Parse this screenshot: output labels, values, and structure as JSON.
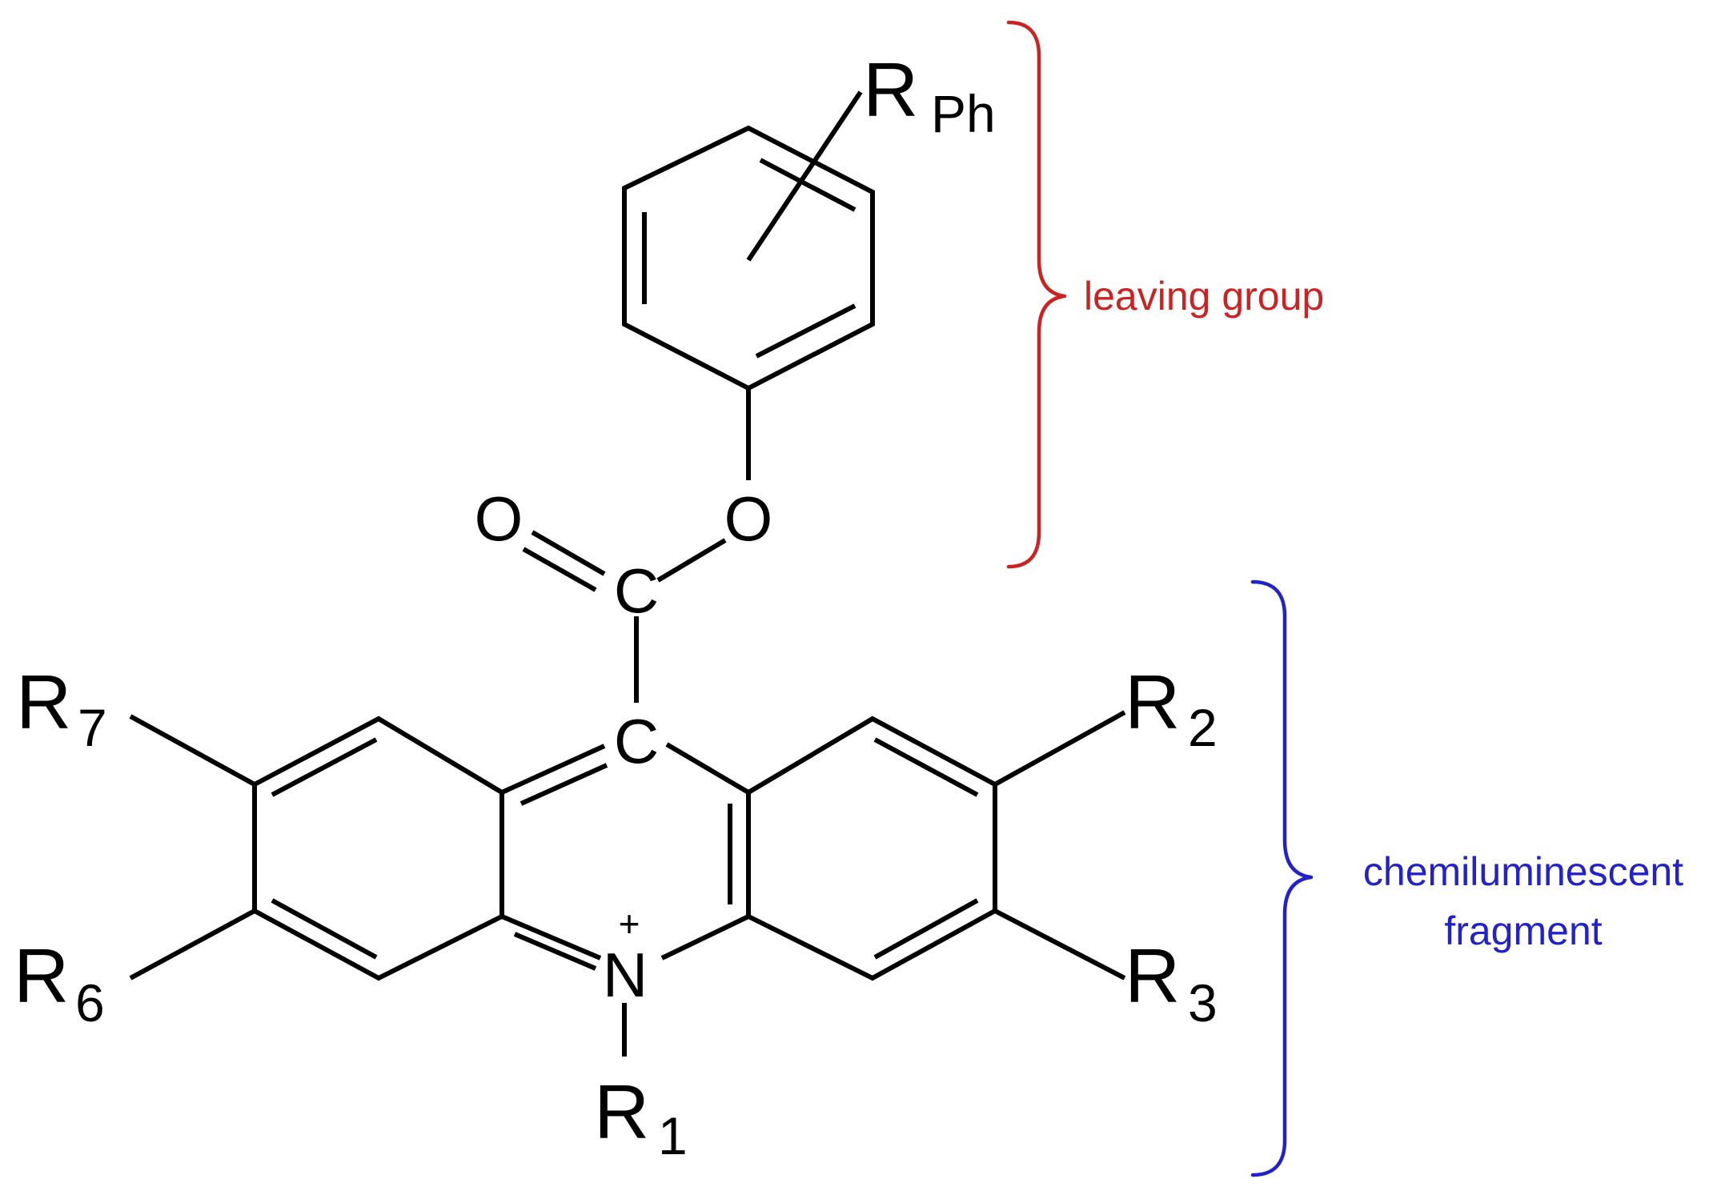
{
  "colors": {
    "structure": "#000000",
    "leaving_group": "#cc2222",
    "chemiluminescent_fragment": "#2222cc",
    "background": "#ffffff"
  },
  "atoms": {
    "carbonyl_oxygen": "O",
    "ester_oxygen": "O",
    "carbonyl_carbon": "C",
    "c9_carbon": "C",
    "nitrogen": "N",
    "nitrogen_charge": "+"
  },
  "substituents": {
    "r_ph": {
      "main": "R",
      "sub": "Ph"
    },
    "r1": {
      "main": "R",
      "sub": "1"
    },
    "r2": {
      "main": "R",
      "sub": "2"
    },
    "r3": {
      "main": "R",
      "sub": "3"
    },
    "r6": {
      "main": "R",
      "sub": "6"
    },
    "r7": {
      "main": "R",
      "sub": "7"
    }
  },
  "annotations": {
    "leaving_group": "leaving group",
    "chemiluminescent_fragment_line1": "chemiluminescent",
    "chemiluminescent_fragment_line2": "fragment"
  }
}
